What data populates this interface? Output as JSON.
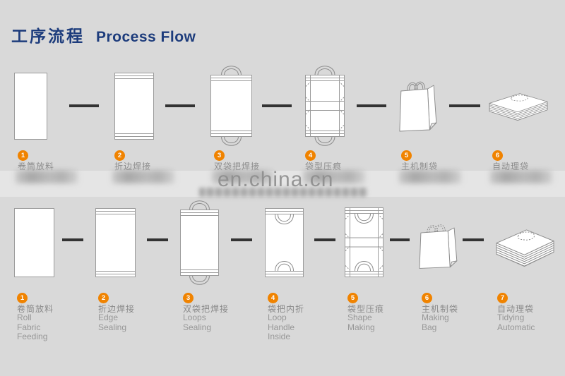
{
  "title": {
    "zh": "工序流程",
    "en": "Process Flow"
  },
  "watermark": {
    "visible_text": "en.china.cn",
    "second_line_blurred": true
  },
  "colors": {
    "background": "#d9d9d9",
    "title_navy": "#1d3c7c",
    "badge_orange": "#f08300",
    "label_gray": "#8a8a8a",
    "shape_stroke": "#9b9b9b",
    "connector_dark": "#333333"
  },
  "rows": [
    {
      "id": "top",
      "steps": [
        {
          "num": "1",
          "zh": "卷筒放料",
          "en": "",
          "en_blurred": true,
          "icon": "roll-rect"
        },
        {
          "num": "2",
          "zh": "折边焊接",
          "en": "",
          "en_blurred": true,
          "icon": "sealed-rect"
        },
        {
          "num": "3",
          "zh": "双袋把焊接",
          "en": "",
          "en_blurred": true,
          "icon": "loops-outside"
        },
        {
          "num": "4",
          "zh": "袋型压痕",
          "en": "",
          "en_blurred": true,
          "icon": "creased-loops-outside"
        },
        {
          "num": "5",
          "zh": "主机制袋",
          "en": "",
          "en_blurred": true,
          "icon": "shopping-bag"
        },
        {
          "num": "6",
          "zh": "自动理袋",
          "en": "",
          "en_blurred": true,
          "icon": "folded-stack"
        }
      ]
    },
    {
      "id": "bottom",
      "steps": [
        {
          "num": "1",
          "zh": "卷筒放料",
          "en": "Roll Fabric\nFeeding",
          "en_blurred": false,
          "icon": "roll-rect"
        },
        {
          "num": "2",
          "zh": "折边焊接",
          "en": "Edge\nSealing",
          "en_blurred": false,
          "icon": "sealed-rect"
        },
        {
          "num": "3",
          "zh": "双袋把焊接",
          "en": "Loops\nSealing",
          "en_blurred": false,
          "icon": "loops-outside"
        },
        {
          "num": "4",
          "zh": "袋把内折",
          "en": "Loop Handle\nInside",
          "en_blurred": false,
          "icon": "loops-inside"
        },
        {
          "num": "5",
          "zh": "袋型压痕",
          "en": "Shape\nMaking",
          "en_blurred": false,
          "icon": "creased-loops-inside"
        },
        {
          "num": "6",
          "zh": "主机制袋",
          "en": "Making\nBag",
          "en_blurred": false,
          "icon": "shopping-bag-dotted"
        },
        {
          "num": "7",
          "zh": "自动理袋",
          "en": "Tidying\nAutomatic",
          "en_blurred": false,
          "icon": "folded-stack"
        }
      ]
    }
  ]
}
